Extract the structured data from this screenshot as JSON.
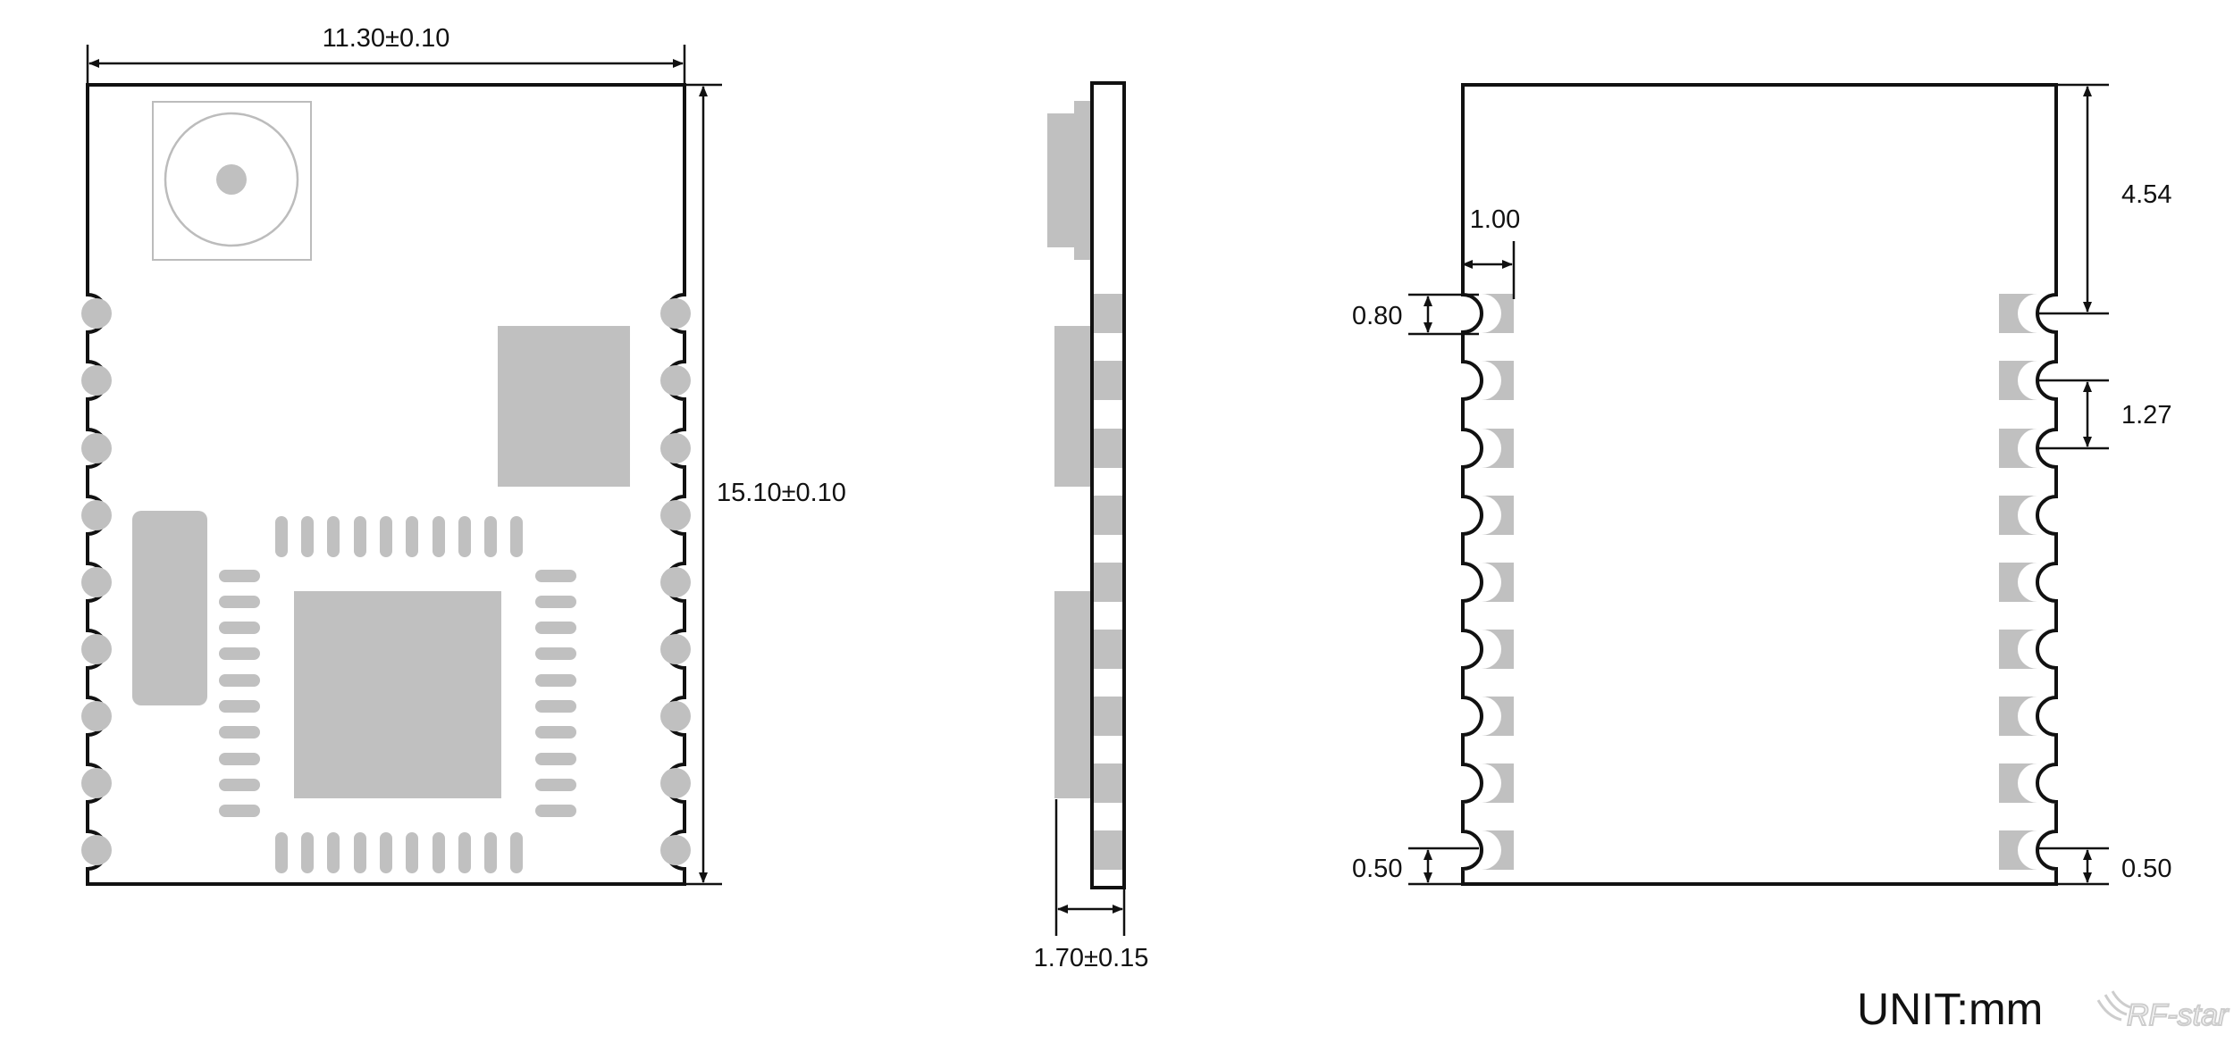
{
  "colors": {
    "outline": "#111111",
    "component": "#c0c0c0",
    "antenna_box": "#bcbcbc",
    "watermark": "#c8c8c8"
  },
  "top_view": {
    "width_label": "11.30±0.10",
    "height_label": "15.10±0.10"
  },
  "side_view": {
    "thickness_label": "1.70±0.15"
  },
  "bottom_view": {
    "top_offset_label": "4.54",
    "pad_length_label": "1.00",
    "pad_width_label": "0.80",
    "pitch_label": "1.27",
    "bottom_left_label": "0.50",
    "bottom_right_label": "0.50"
  },
  "unit_label": "UNIT:mm",
  "watermark": {
    "text": "RF-star",
    "icon": "wing-logo-icon"
  }
}
